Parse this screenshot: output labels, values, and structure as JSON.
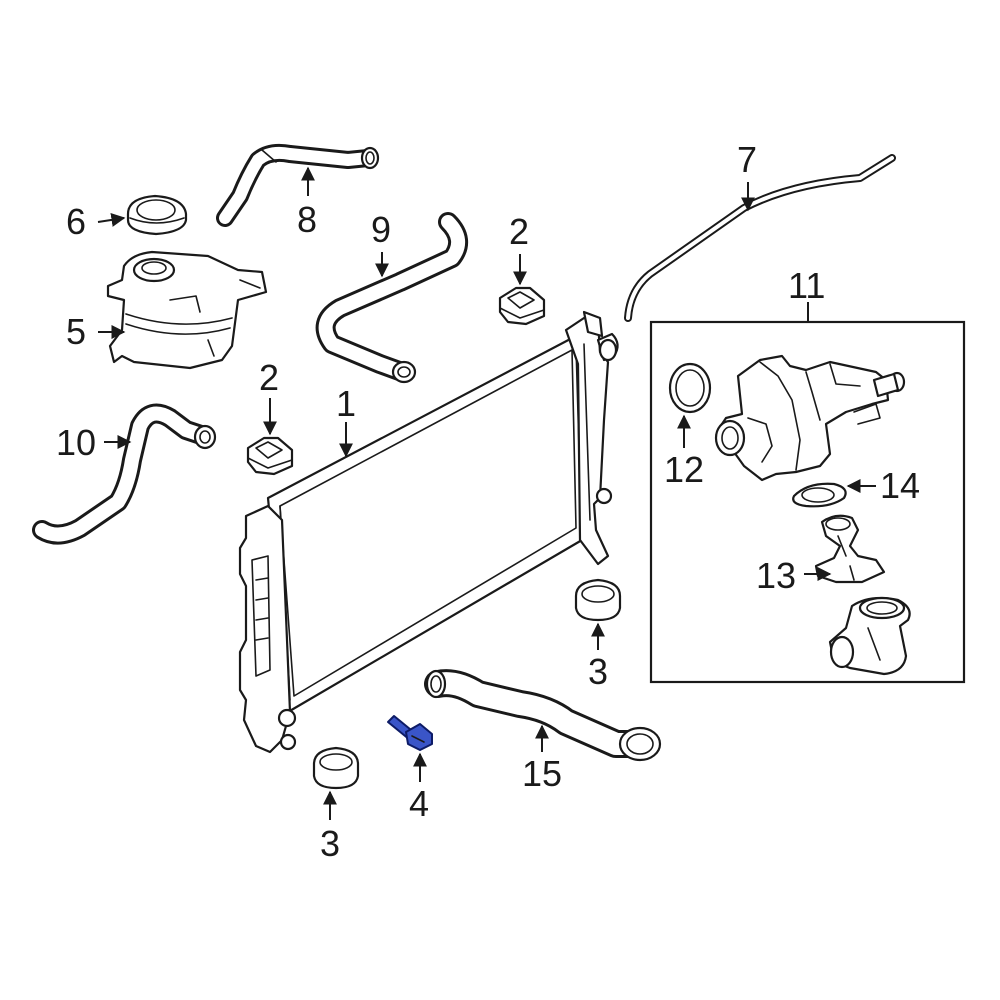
{
  "callouts": {
    "c1": "1",
    "c2a": "2",
    "c2b": "2",
    "c3a": "3",
    "c3b": "3",
    "c4": "4",
    "c5": "5",
    "c6": "6",
    "c7": "7",
    "c8": "8",
    "c9": "9",
    "c10": "10",
    "c11": "11",
    "c12": "12",
    "c13": "13",
    "c14": "14",
    "c15": "15"
  },
  "colors": {
    "highlight_part": "#3a55c8",
    "line": "#1a1a1a",
    "background": "#ffffff"
  }
}
